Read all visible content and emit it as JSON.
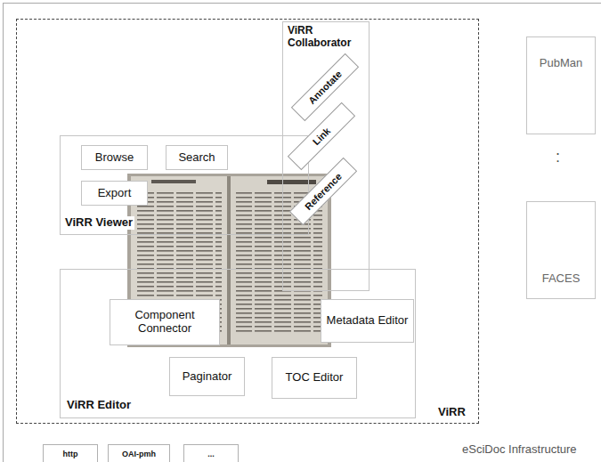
{
  "diagram": {
    "nodes": [
      {
        "text": [
          "eSciDoc Infrastructure"
        ]
      },
      {
        "text": [
          "ViRR"
        ],
        "in": 0
      },
      {
        "text": [
          "ViRR Collaborator"
        ],
        "in": 1
      },
      {
        "text": [
          "Annotate"
        ],
        "in": 2
      },
      {
        "text": [
          "Link"
        ],
        "in": 2
      },
      {
        "text": [
          "Reference"
        ],
        "in": 2
      },
      {
        "text": [
          "ViRR Viewer"
        ],
        "in": 1
      },
      {
        "text": [
          "Browse"
        ],
        "in": 6
      },
      {
        "text": [
          "Search"
        ],
        "in": 6
      },
      {
        "text": [
          "Export"
        ],
        "in": 6
      },
      {
        "text": [
          "ViRR Editor"
        ],
        "in": 1
      },
      {
        "text": [
          "Component Connector"
        ],
        "in": 10
      },
      {
        "text": [
          "Metadata Editor"
        ],
        "in": 10
      },
      {
        "text": [
          "Paginator"
        ],
        "in": 10
      },
      {
        "text": [
          "TOC Editor"
        ],
        "in": 10
      },
      {
        "text": [
          "PubMan"
        ],
        "in": 0
      },
      {
        "text": [
          "FACES"
        ],
        "in": 0
      },
      {
        "text": [
          "http"
        ],
        "in": 0
      },
      {
        "text": [
          "OAI-pmh"
        ],
        "in": 0
      },
      {
        "text": [
          "..."
        ],
        "in": 0
      }
    ],
    "labels": [
      ":"
    ]
  }
}
